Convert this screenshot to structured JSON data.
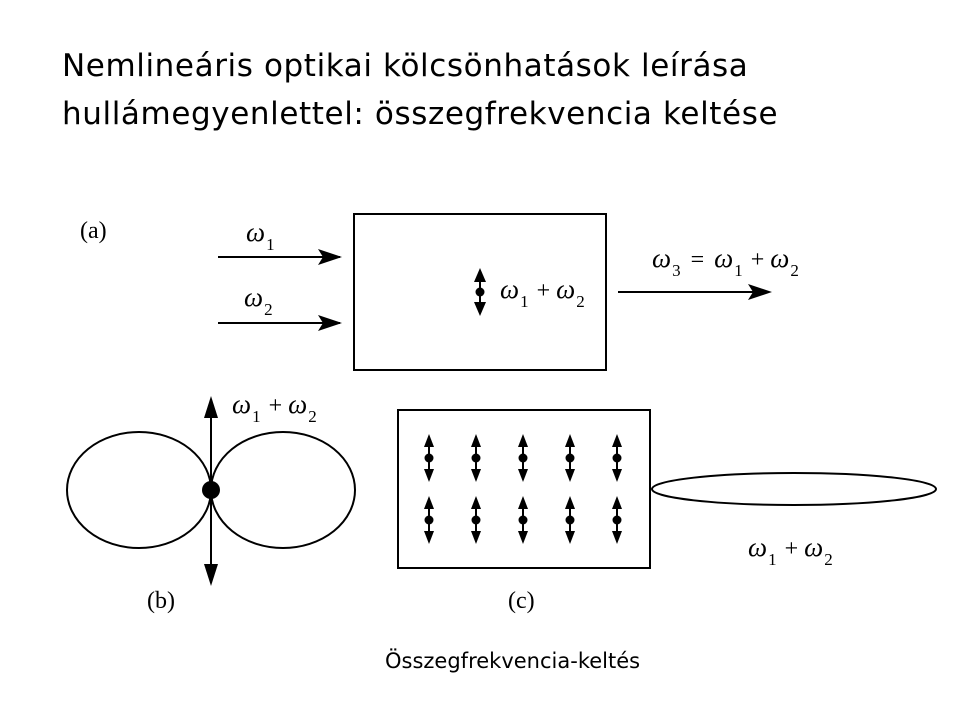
{
  "title": {
    "line1": "Nemlineáris optikai kölcsönhatások leírása",
    "line2": "hullámegyenlettel: összegfrekvencia keltése"
  },
  "panel_a": {
    "label": "(a)",
    "input1": {
      "symbol": "ω",
      "sub": "1"
    },
    "input2": {
      "symbol": "ω",
      "sub": "2"
    },
    "inside": {
      "symbol1": "ω",
      "sub1": "1",
      "op": "+",
      "symbol2": "ω",
      "sub2": "2"
    },
    "output": {
      "symbol3": "ω",
      "sub3": "3",
      "eq": "=",
      "symbol1": "ω",
      "sub1": "1",
      "op": "+",
      "symbol2": "ω",
      "sub2": "2"
    }
  },
  "panel_b": {
    "label": "(b)",
    "freq": {
      "symbol1": "ω",
      "sub1": "1",
      "op": "+",
      "symbol2": "ω",
      "sub2": "2"
    }
  },
  "panel_c": {
    "label": "(c)",
    "freq": {
      "symbol1": "ω",
      "sub1": "1",
      "op": "+",
      "symbol2": "ω",
      "sub2": "2"
    }
  },
  "caption": "Összegfrekvencia-keltés",
  "colors": {
    "ink": "#000000",
    "background": "#ffffff"
  }
}
